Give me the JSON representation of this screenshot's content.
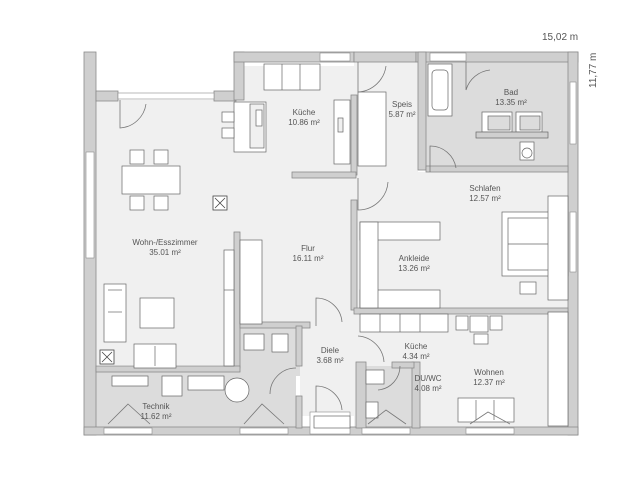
{
  "plan": {
    "dimensions": {
      "width": "15,02 m",
      "depth": "11,77 m"
    },
    "colors": {
      "wall": "#cfcfcf",
      "wall_stroke": "#8a8a8a",
      "floor_light": "#f0f0f0",
      "floor_dark": "#dcdcdc",
      "furniture": "#ffffff",
      "line": "#555555"
    },
    "rooms": [
      {
        "name": "Küche",
        "area": "10.86 m²"
      },
      {
        "name": "Speis",
        "area": "5.87 m²"
      },
      {
        "name": "Bad",
        "area": "13.35 m²"
      },
      {
        "name": "Schlafen",
        "area": "12.57 m²"
      },
      {
        "name": "Wohn-/Esszimmer",
        "area": "35.01 m²"
      },
      {
        "name": "Flur",
        "area": "16.11 m²"
      },
      {
        "name": "Ankleide",
        "area": "13.26 m²"
      },
      {
        "name": "Diele",
        "area": "3.68 m²"
      },
      {
        "name": "Küche",
        "area": "4.34 m²"
      },
      {
        "name": "DU/WC",
        "area": "4.08 m²"
      },
      {
        "name": "Wohnen",
        "area": "12.37 m²"
      },
      {
        "name": "Technik",
        "area": "11.62 m²"
      }
    ]
  }
}
